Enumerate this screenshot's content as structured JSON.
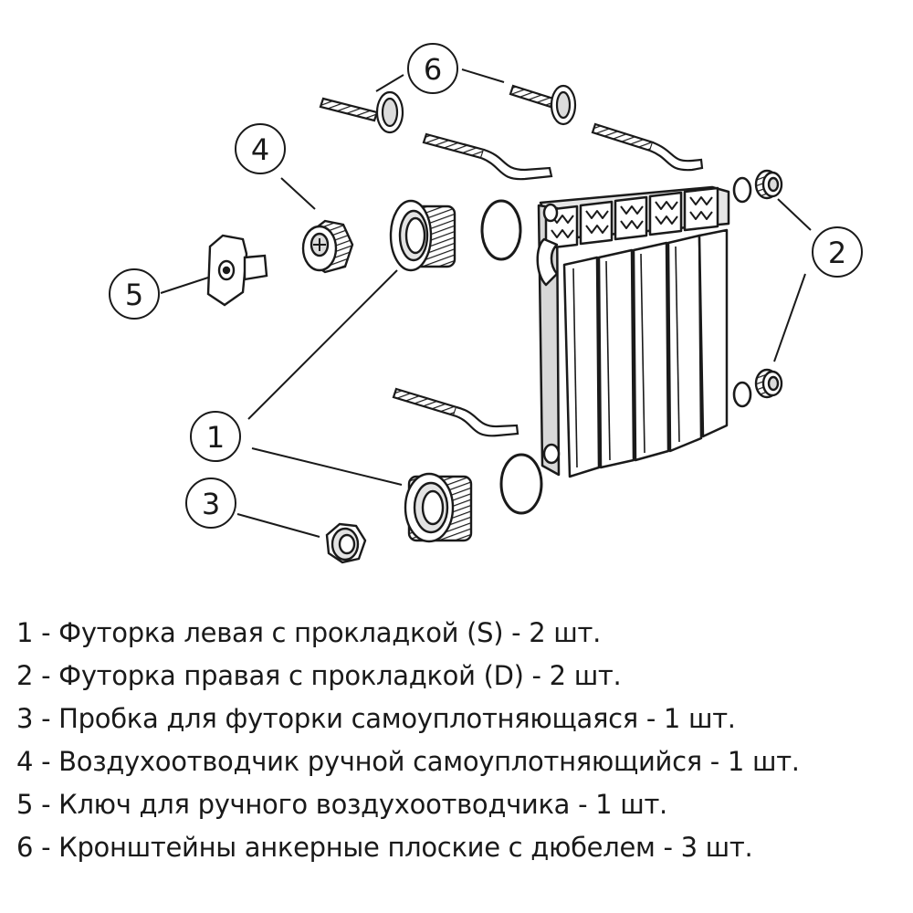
{
  "callouts": [
    {
      "number": "1"
    },
    {
      "number": "2"
    },
    {
      "number": "3"
    },
    {
      "number": "4"
    },
    {
      "number": "5"
    },
    {
      "number": "6"
    }
  ],
  "legend": [
    "1 - Футорка левая с прокладкой (S) - 2 шт.",
    "2 - Футорка правая с прокладкой (D) - 2 шт.",
    "3 - Пробка для футорки самоуплотняющаяся - 1 шт.",
    "4 - Воздухоотводчик ручной самоуплотняющийся - 1 шт.",
    "5 - Ключ для ручного воздухоотводчика - 1 шт.",
    "6 - Кронштейны анкерные плоские с дюбелем - 3 шт."
  ],
  "colors": {
    "line": "#1a1a1a",
    "fill": "#ffffff",
    "shade": "#cfcfcf"
  }
}
